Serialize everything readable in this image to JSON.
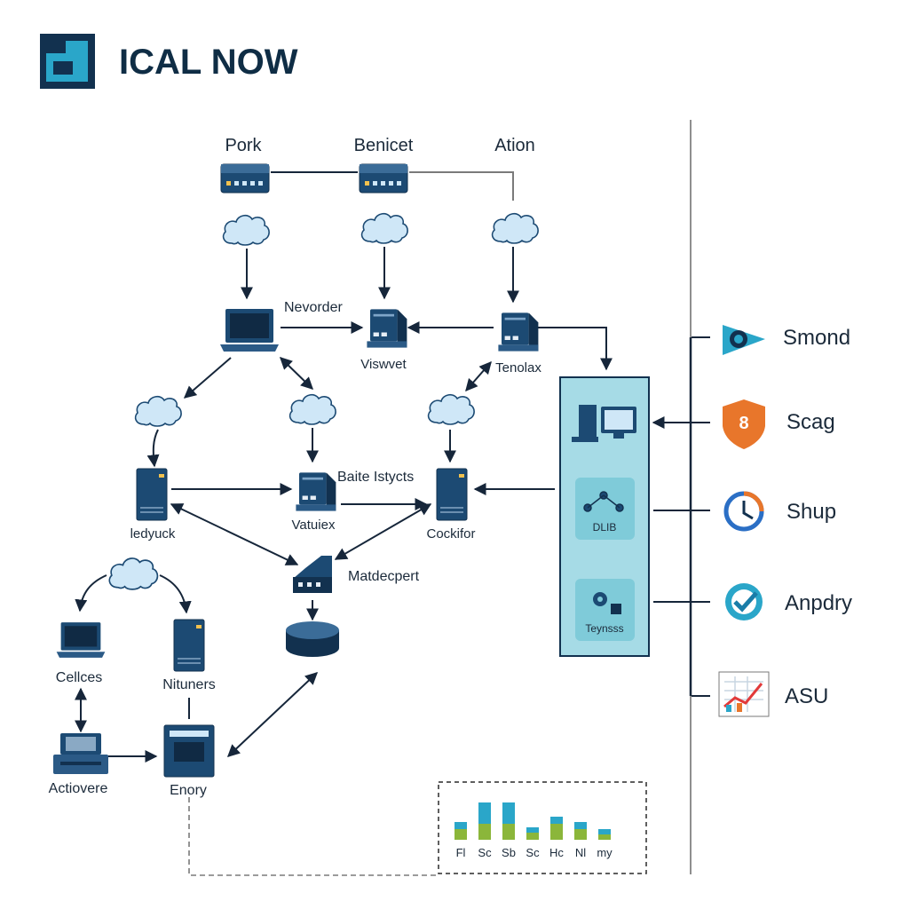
{
  "brand": {
    "title": "ICAL NOW"
  },
  "colors": {
    "navy": "#1c4a73",
    "dark": "#12314f",
    "cloud": "#cfe7f7",
    "panel": "#a6dbe6",
    "teal": "#1a7da8",
    "line": "#16263a",
    "orange": "#e8762b",
    "green": "#8bb63a",
    "cyan": "#2aa6c9"
  },
  "top_nodes": [
    {
      "label": "Pork",
      "icon": "switch-icon"
    },
    {
      "label": "Benicet",
      "icon": "switch-icon"
    },
    {
      "label": "Ation",
      "icon": "cloud-icon"
    }
  ],
  "nodes": {
    "laptop_top_link": "Nevorder",
    "server_mid": "Viswvet",
    "server_right": "Tenolax",
    "server_left": "ledyuck",
    "server_center": "Vatuiex",
    "server_center_link": "Baite Istycts",
    "server_right2": "Cockifor",
    "router": "Matdecpert",
    "laptop_bottom": "Cellces",
    "server_bottom": "Nituners",
    "printer": "Actiovere",
    "terminal": "Enory"
  },
  "panel": {
    "card1_label": "DLIB",
    "card2_label": "Teynsss"
  },
  "legend": [
    {
      "label": "Smond",
      "icon": "play-icon"
    },
    {
      "label": "Scag",
      "icon": "shield-8-icon",
      "badge": "8"
    },
    {
      "label": "Shup",
      "icon": "clock-icon"
    },
    {
      "label": "Anpdry",
      "icon": "check-circle-icon"
    },
    {
      "label": "ASU",
      "icon": "spreadsheet-icon"
    }
  ],
  "mini_chart": {
    "type": "bar",
    "categories": [
      "Fl",
      "Sc",
      "Sb",
      "Sc",
      "Hc",
      "Nl",
      "my"
    ]
  }
}
